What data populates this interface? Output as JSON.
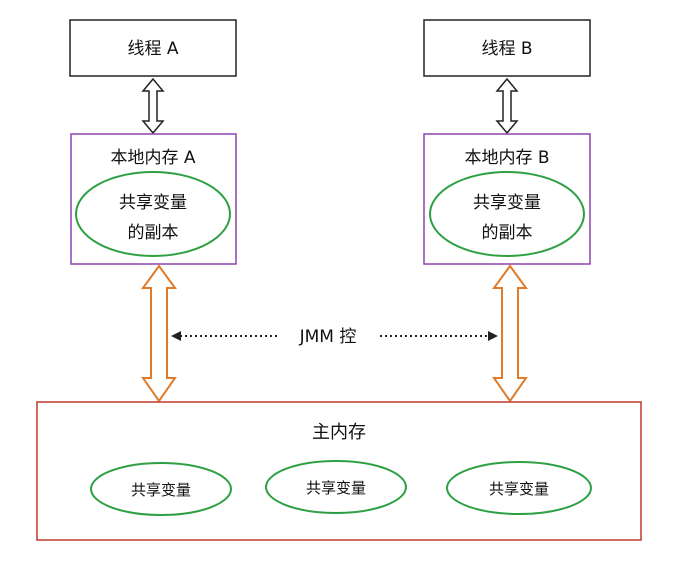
{
  "thread_a": {
    "label": "线程 A"
  },
  "thread_b": {
    "label": "线程 B"
  },
  "local_memory_a": {
    "title": "本地内存 A",
    "variable_line1": "共享变量",
    "variable_line2": "的副本"
  },
  "local_memory_b": {
    "title": "本地内存 B",
    "variable_line1": "共享变量",
    "variable_line2": "的副本"
  },
  "jmm_label": "JMM 控",
  "main_memory": {
    "title": "主内存",
    "variables": [
      "共享变量",
      "共享变量",
      "共享变量"
    ]
  },
  "colors": {
    "thread_box_border": "#222222",
    "local_memory_border": "#8e44ad",
    "main_memory_border": "#c0392b",
    "variable_ellipse": "#2ea043",
    "orange_arrow": "#e07b2a",
    "black_arrow": "#222222"
  }
}
